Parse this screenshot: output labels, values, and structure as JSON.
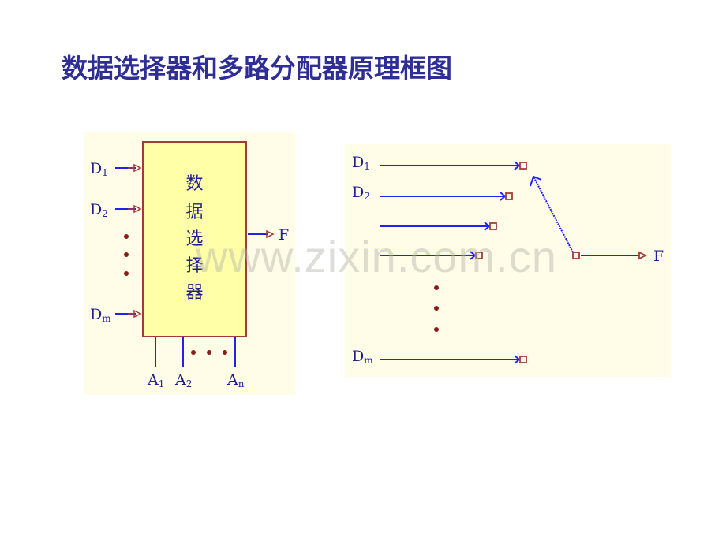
{
  "title": "数据选择器和多路分配器原理框图",
  "mux": {
    "box_chars": [
      "数",
      "据",
      "选",
      "择",
      "器"
    ],
    "inputs": [
      {
        "name": "D",
        "sub": "1"
      },
      {
        "name": "D",
        "sub": "2"
      },
      {
        "name": "D",
        "sub": "m"
      }
    ],
    "output": "F",
    "selects": [
      {
        "name": "A",
        "sub": "1"
      },
      {
        "name": "A",
        "sub": "2"
      },
      {
        "name": "A",
        "sub": "n"
      }
    ]
  },
  "switch": {
    "inputs": [
      {
        "name": "D",
        "sub": "1"
      },
      {
        "name": "D",
        "sub": "2"
      },
      {
        "name": "D",
        "sub": "m"
      }
    ],
    "output": "F"
  },
  "watermark": "www.zixin.com.cn",
  "colors": {
    "title": "#2e2e94",
    "panel_bg": "#fffde8",
    "box_fill": "#ffffa8",
    "box_border": "#a33a3a",
    "wire": "#2222ee",
    "dot": "#8b1a1a"
  }
}
